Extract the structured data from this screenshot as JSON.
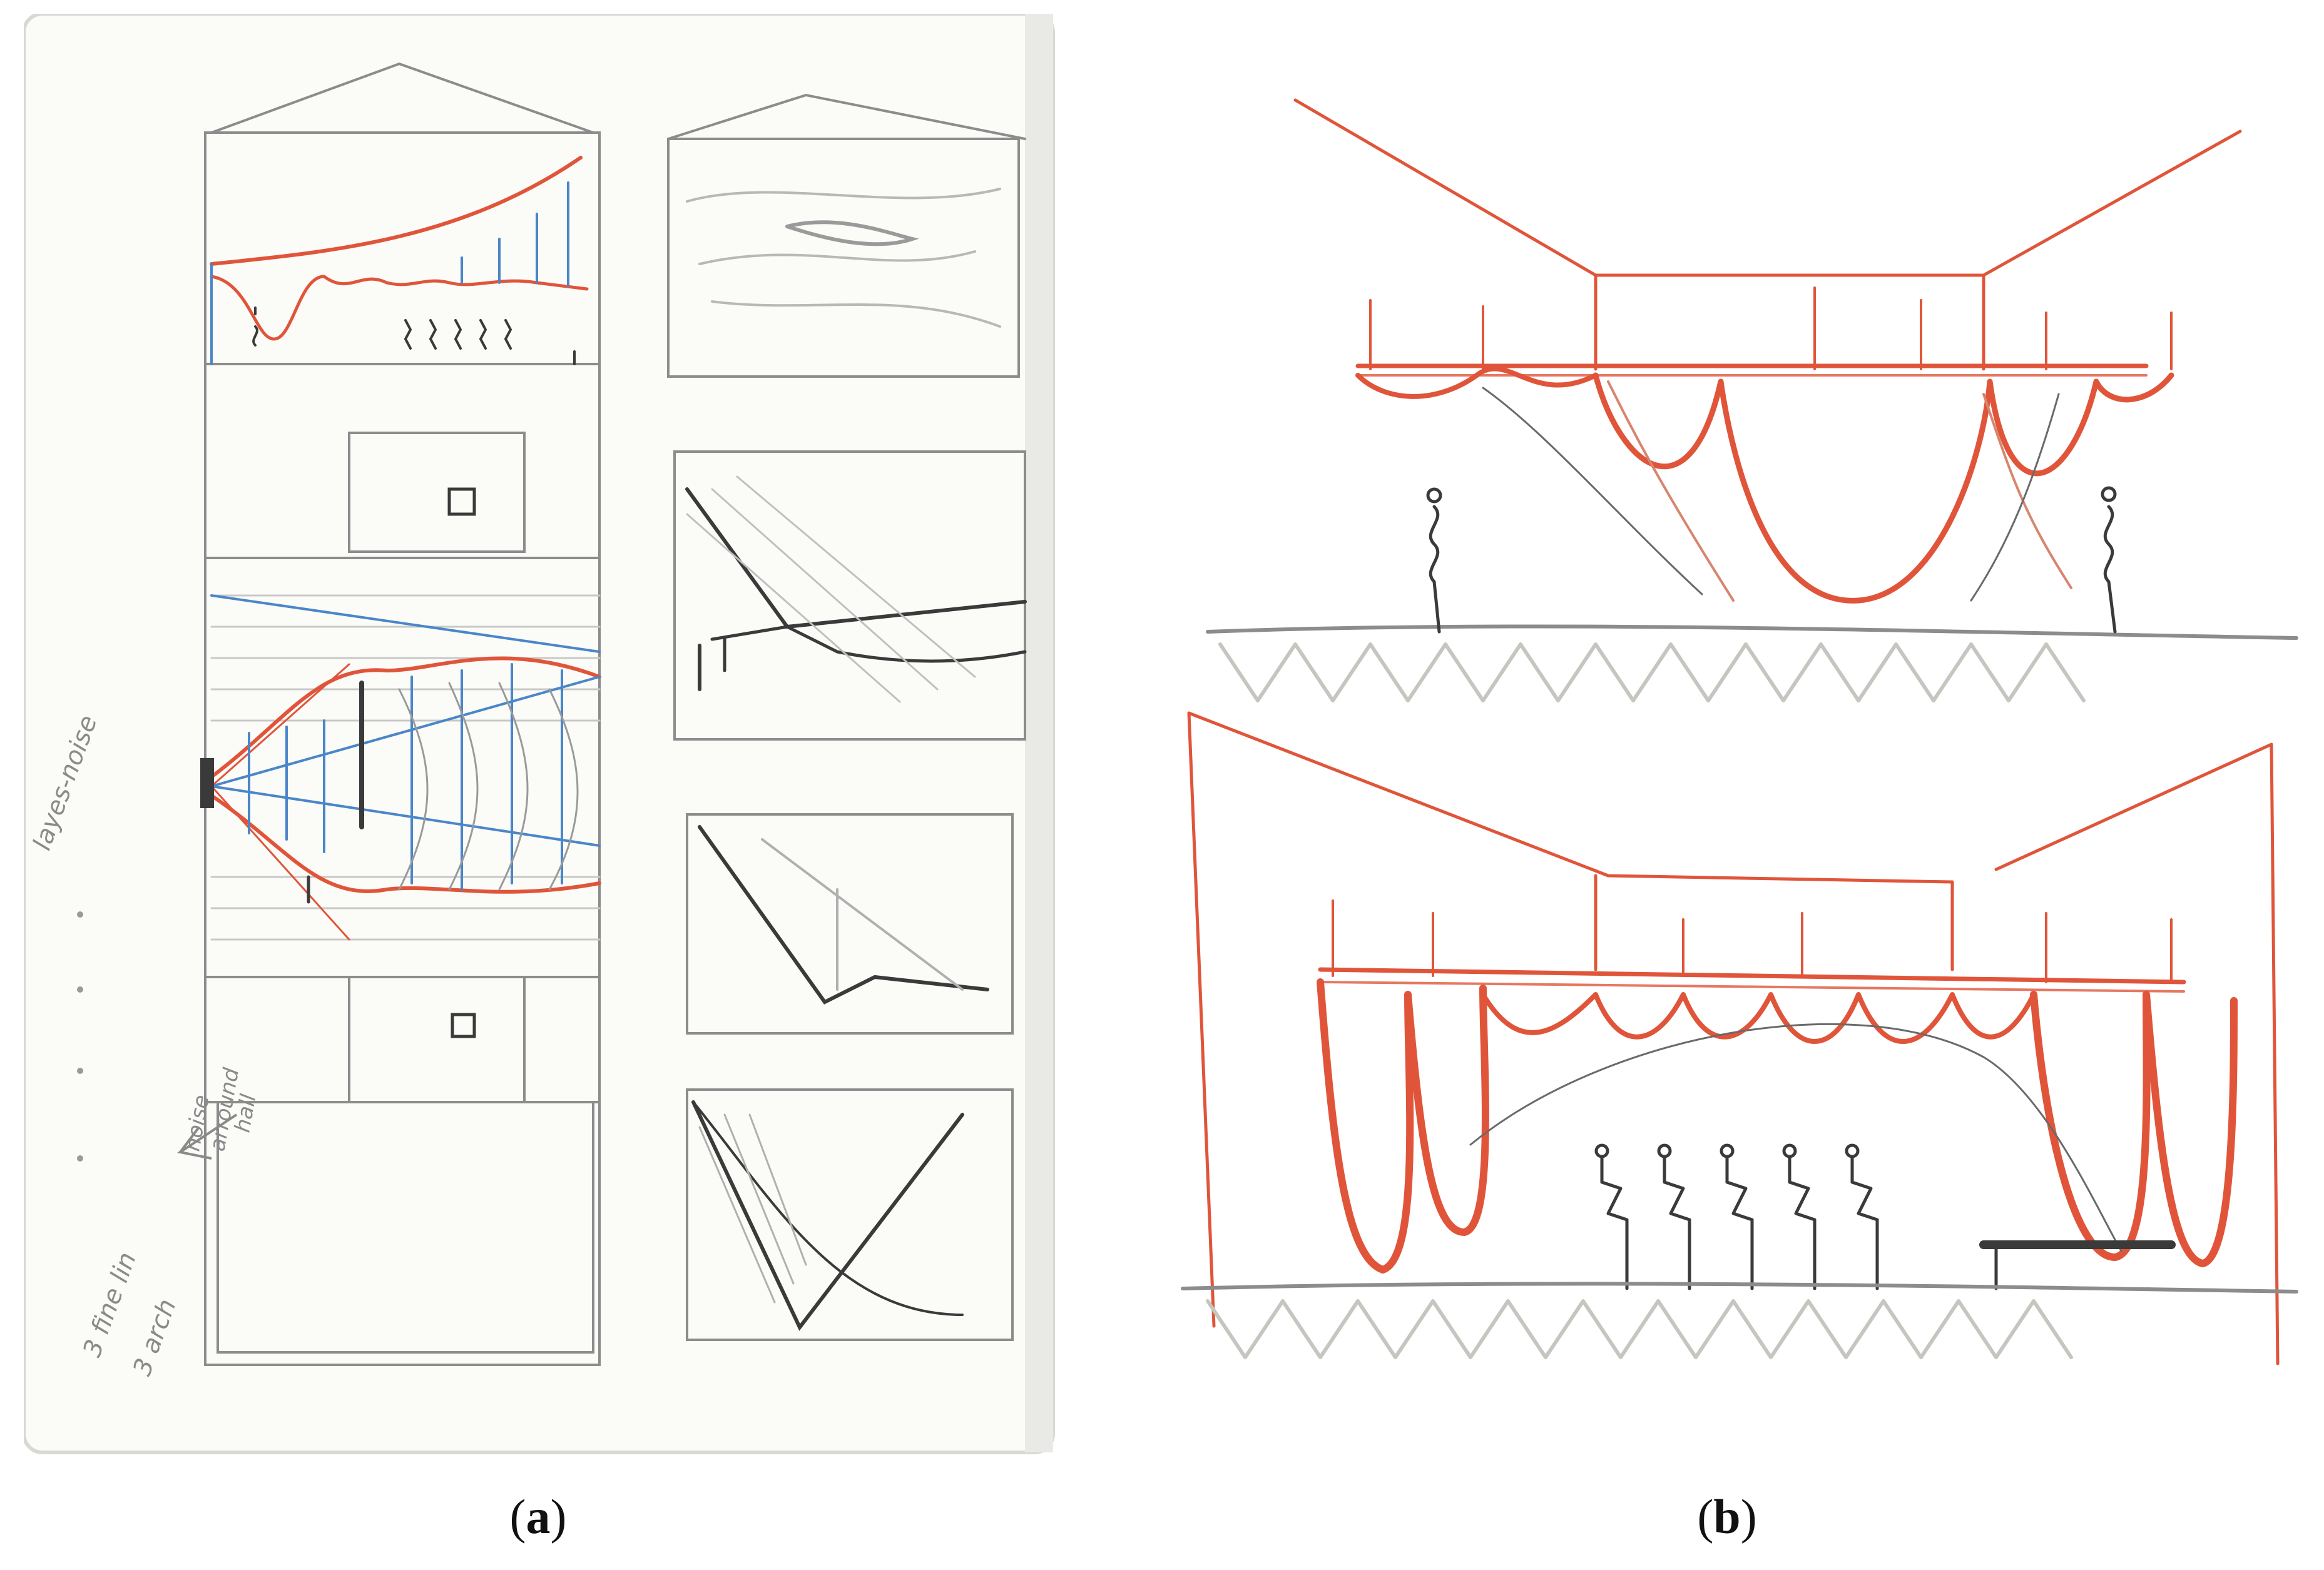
{
  "figure": {
    "panels": [
      {
        "id": "a",
        "caption_open": "(",
        "caption_letter": "a",
        "caption_close": ")",
        "notes": [
          "layes-noise",
          "noise",
          "arround",
          "hall",
          "3 fine lin",
          "3 arch"
        ]
      },
      {
        "id": "b",
        "caption_open": "(",
        "caption_letter": "b",
        "caption_close": ")"
      }
    ]
  },
  "colors": {
    "pencil": "#8c8c8c",
    "dark_pencil": "#3a3a3a",
    "red_pencil": "#e0553a",
    "blue_pencil": "#4a86c8",
    "paper": "#fcfcfa"
  }
}
